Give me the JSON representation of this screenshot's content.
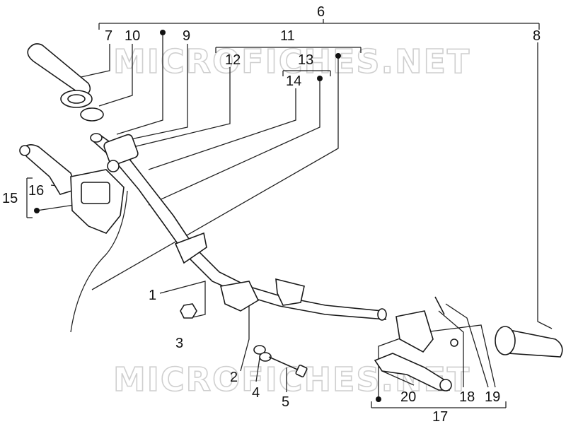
{
  "watermark": "MICROFICHES.NET",
  "labels": {
    "l1": "1",
    "l2": "2",
    "l3": "3",
    "l4": "4",
    "l5": "5",
    "l6": "6",
    "l7": "7",
    "l8": "8",
    "l9": "9",
    "l10": "10",
    "l11": "11",
    "l12": "12",
    "l13": "13",
    "l14": "14",
    "l15": "15",
    "l16": "16",
    "l17": "17",
    "l18": "18",
    "l19": "19",
    "l20": "20"
  },
  "colors": {
    "line": "#222222",
    "watermark": "#cfcfcf",
    "background": "#ffffff"
  }
}
